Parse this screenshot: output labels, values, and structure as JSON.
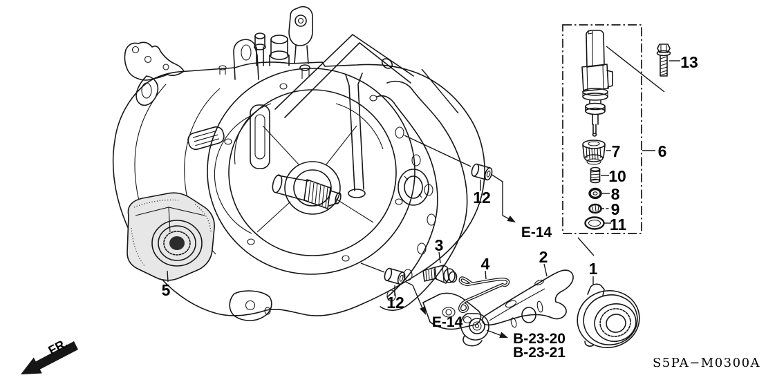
{
  "diagram": {
    "code": "S5PA−M0300A",
    "direction": "FR.",
    "callouts": {
      "n1": "1",
      "n2": "2",
      "n3": "3",
      "n4": "4",
      "n5": "5",
      "n6": "6",
      "n7": "7",
      "n8": "8",
      "n9": "9",
      "n10": "10",
      "n11": "11",
      "n12a": "12",
      "n12b": "12",
      "n13": "13"
    },
    "refs": {
      "e14a": "E-14",
      "e14b": "E-14",
      "b2320": "B-23-20",
      "b2321": "B-23-21"
    }
  }
}
